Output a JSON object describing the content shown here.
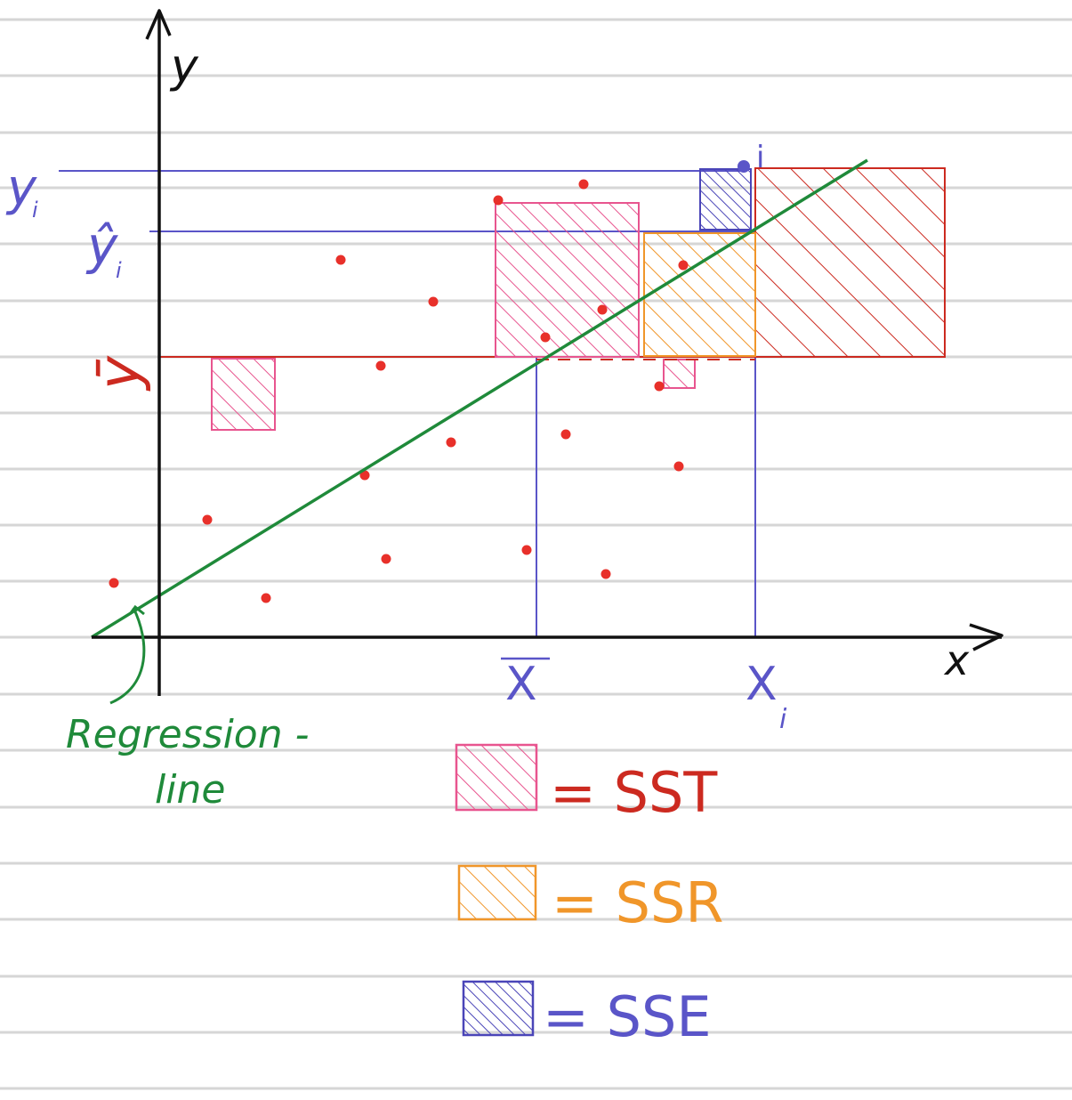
{
  "axes": {
    "x_label": "x",
    "y_label": "y"
  },
  "markers": {
    "x_bar": "X",
    "x_i": "X",
    "x_i_sub": "i",
    "y_i": "y",
    "y_i_sub": "i",
    "y_hat": "ŷ",
    "y_hat_sub": "i",
    "y_bar": "ȳ",
    "point_label": "i"
  },
  "annotation": {
    "line1": "Regression -",
    "line2": "line"
  },
  "legend": [
    {
      "key": "sst",
      "label": "= SST",
      "color": "#cc2a20",
      "swatch": "#e8558f"
    },
    {
      "key": "ssr",
      "label": "= SSR",
      "color": "#f0962a",
      "swatch": "#f0962a"
    },
    {
      "key": "sse",
      "label": "= SSE",
      "color": "#5a55c8",
      "swatch": "#4a45b8"
    }
  ],
  "colors": {
    "paper_line": "#d6d6d6",
    "axis": "#111111",
    "blue": "#5a55c8",
    "red": "#cc2a20",
    "pink": "#e8558f",
    "orange": "#f0962a",
    "green": "#1f8a3a",
    "dot": "#e8302a"
  }
}
